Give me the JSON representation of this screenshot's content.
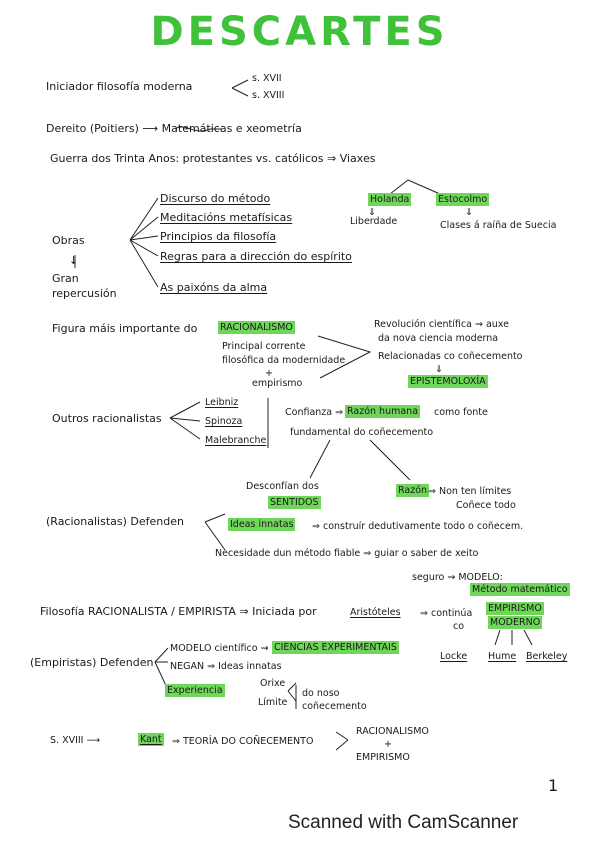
{
  "title": "DESCARTES",
  "l1": {
    "text": "Iniciador filosofía moderna",
    "a": "s. XVII",
    "b": "s. XVIII"
  },
  "l2": "Dereito (Poitiers) ⟶ Matemáticas e xeometría",
  "l3": "Guerra dos Trinta Anos: protestantes vs. católicos ⇒ Viaxes",
  "viaxes": {
    "holanda": "Holanda",
    "liberdade": "Liberdade",
    "estocolmo": "Estocolmo",
    "clases": "Clases á raíña de Suecia"
  },
  "obras": {
    "label": "Obras",
    "gran": "Gran",
    "repercusion": "repercusión",
    "items": [
      "Discurso do método",
      "Meditacións metafísicas",
      "Principios da filosofía",
      "Regras para a dirección do espírito",
      "As paixóns da alma"
    ]
  },
  "figura": {
    "text": "Figura máis importante do",
    "hl": "RACIONALISMO",
    "a": "Principal corrente",
    "b": "filosófica da modernidade",
    "plus": "+",
    "c": "empirismo",
    "rev1": "Revolución científica ⇝ auxe",
    "rev2": "da nova ciencia moderna",
    "rel": "Relacionadas co coñecemento",
    "epis": "EPISTEMOLOXÍA"
  },
  "outros": {
    "label": "Outros racionalistas",
    "names": [
      "Leibniz",
      "Spinoza",
      "Malebranche"
    ],
    "conf1": "Confianza ⇒",
    "confhl": "Razón humana",
    "conf2": "como fonte",
    "conf3": "fundamental do coñecemento",
    "desc1": "Desconfían dos",
    "sentidos": "SENTIDOS",
    "razon": "Razón",
    "nonlim": "⇒ Non ten límites",
    "conece": "Coñece todo"
  },
  "defenden": {
    "label": "(Racionalistas) Defenden",
    "ideas": "Ideas innatas",
    "ideas2": "⇒ construír dedutivamente todo o coñecem.",
    "nec": "Necesidade dun método fiable ⇒ guiar o saber de xeito",
    "seguro": "seguro ⇝ MODELO:",
    "metodo": "Método matemático"
  },
  "filosofia": {
    "text": "Filosofía RACIONALISTA / EMPIRISTA ⇒ Iniciada por",
    "arist": "Aristóteles",
    "cont": "⇒ continúa",
    "co": "co",
    "emp": "EMPIRISMO",
    "mod": "MODERNO",
    "names": [
      "Locke",
      "Hume",
      "Berkeley"
    ]
  },
  "empiristas": {
    "label": "(Empiristas) Defenden",
    "m1": "MODELO científico ⇝",
    "m1hl": "CIENCIAS EXPERIMENTAIS",
    "m2": "NEGAN ⇒ Ideas innatas",
    "exp": "Experiencia",
    "orixe": "Orixe",
    "limite": "Límite",
    "nosso1": "do noso",
    "nosso2": "coñecemento"
  },
  "kant": {
    "s": "S. XVIII ⟶",
    "name": "Kant",
    "teoria": "⇒ TEORÍA DO COÑECEMENTO",
    "rac": "RACIONALISMO",
    "plus": "+",
    "emp": "EMPIRISMO"
  },
  "page": "1",
  "footer": "Scanned with CamScanner"
}
